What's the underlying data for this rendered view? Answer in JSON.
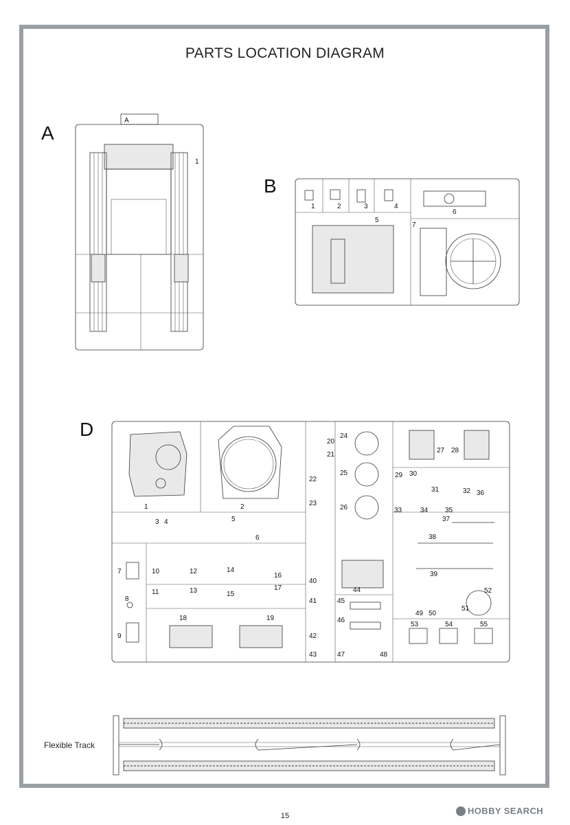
{
  "title": "PARTS LOCATION DIAGRAM",
  "page_number": "15",
  "watermark": "HOBBY SEARCH",
  "sprues": {
    "A": {
      "letter": "A",
      "tab": "A",
      "parts": [
        "1"
      ]
    },
    "B": {
      "letter": "B",
      "parts": [
        "1",
        "2",
        "3",
        "4",
        "5",
        "6",
        "7"
      ]
    },
    "D": {
      "letter": "D",
      "parts": [
        "1",
        "2",
        "3",
        "4",
        "5",
        "6",
        "7",
        "8",
        "9",
        "10",
        "11",
        "12",
        "13",
        "14",
        "15",
        "16",
        "17",
        "18",
        "19",
        "20",
        "21",
        "22",
        "23",
        "24",
        "25",
        "26",
        "27",
        "28",
        "29",
        "30",
        "31",
        "32",
        "33",
        "34",
        "35",
        "36",
        "37",
        "38",
        "39",
        "40",
        "41",
        "42",
        "43",
        "44",
        "45",
        "46",
        "47",
        "48",
        "49",
        "50",
        "51",
        "52",
        "53",
        "54",
        "55"
      ]
    }
  },
  "track": {
    "label": "Flexible Track"
  }
}
